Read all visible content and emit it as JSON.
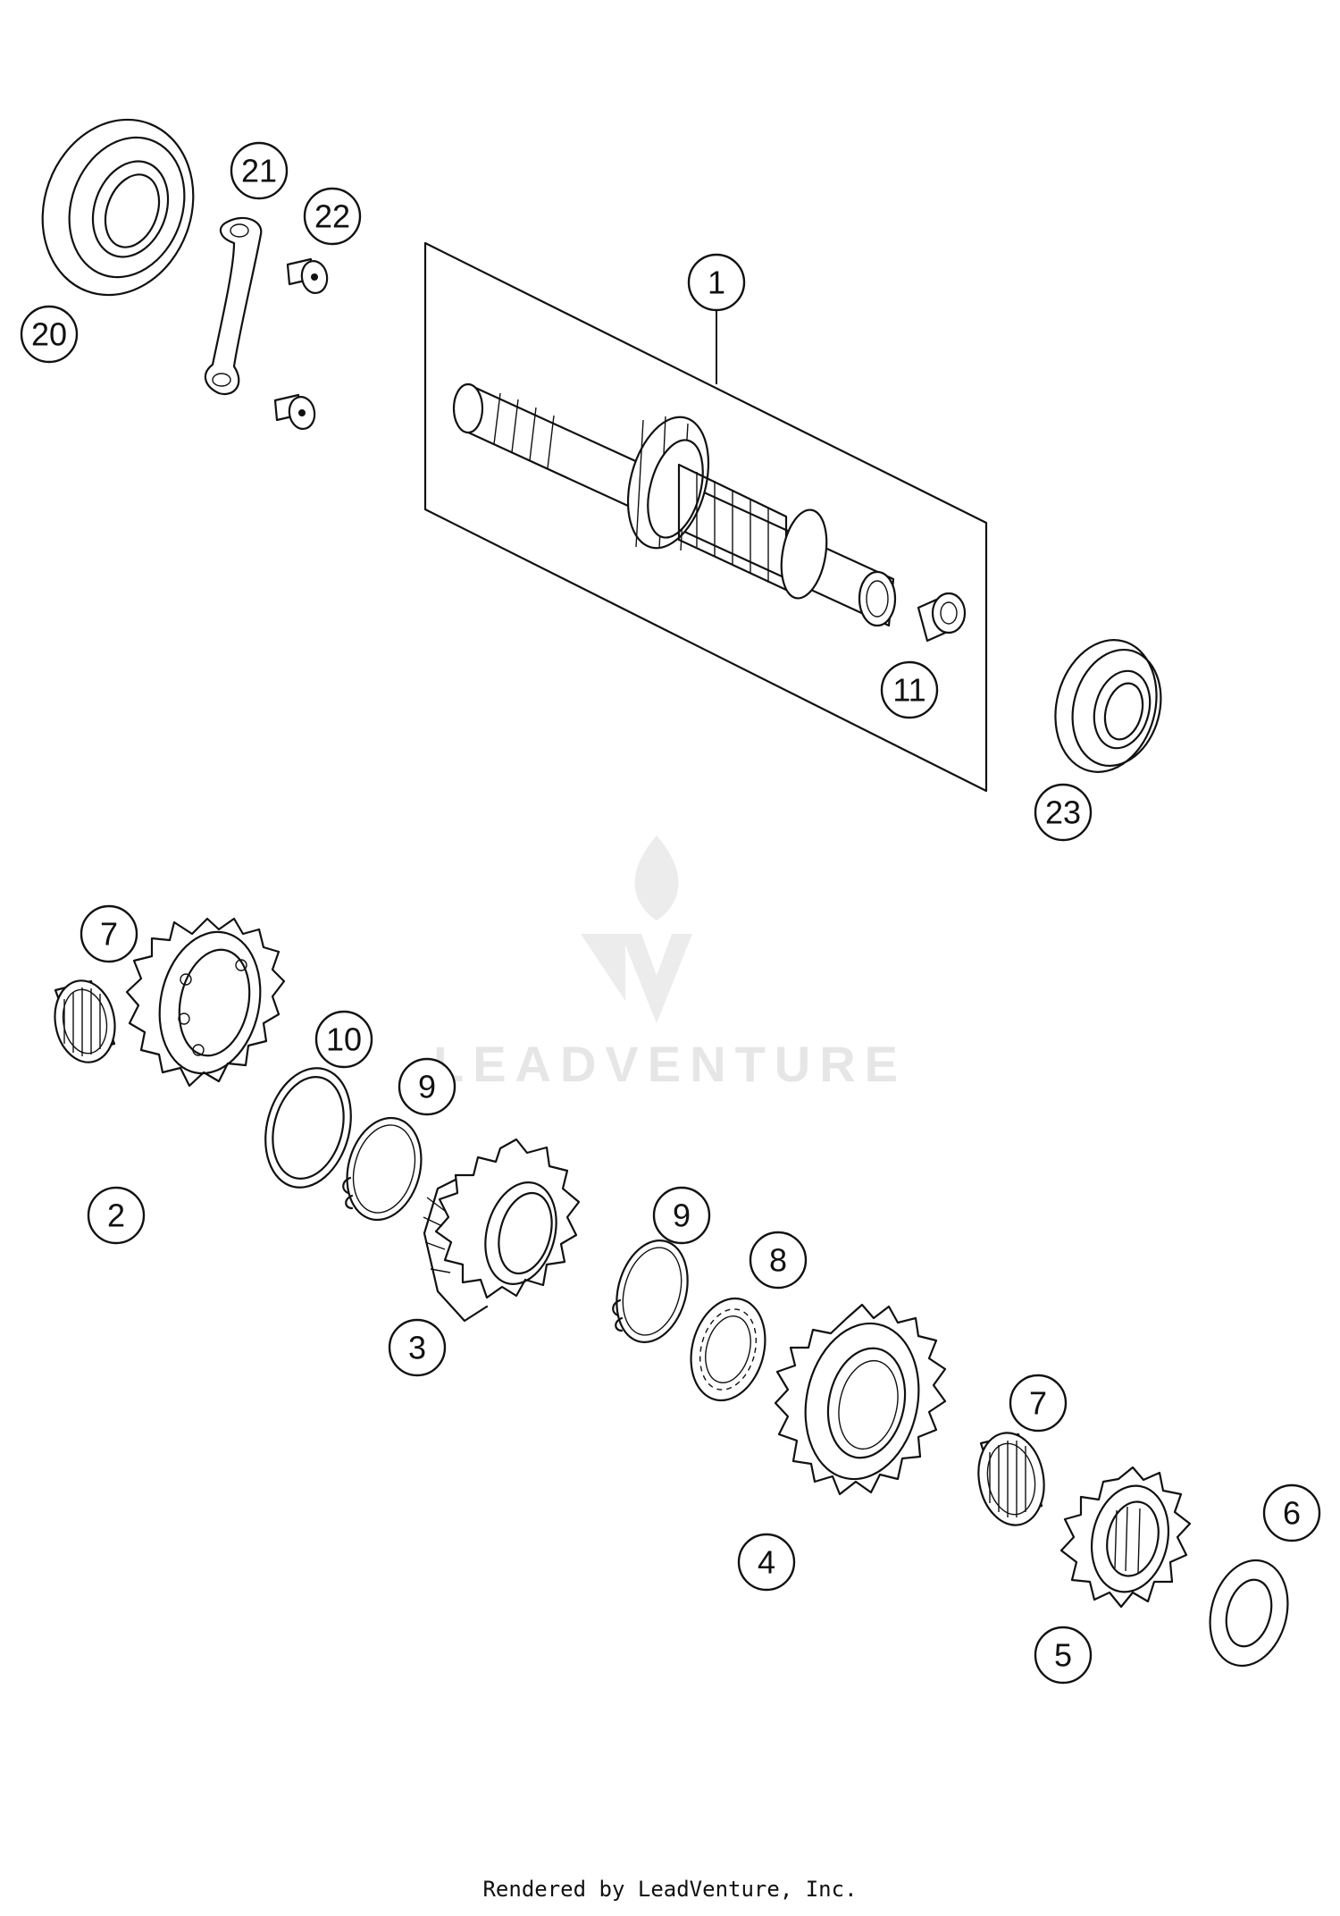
{
  "callouts": {
    "c1": "1",
    "c2": "2",
    "c3": "3",
    "c4": "4",
    "c5": "5",
    "c6": "6",
    "c7a": "7",
    "c7b": "7",
    "c8": "8",
    "c9a": "9",
    "c9b": "9",
    "c10": "10",
    "c11": "11",
    "c20": "20",
    "c21": "21",
    "c22": "22",
    "c23": "23"
  },
  "watermark": {
    "text": "LEADVENTURE",
    "icon": "flame-v-logo"
  },
  "footer": {
    "text": "Rendered by LeadVenture, Inc."
  },
  "colors": {
    "line": "#111111",
    "watermark": "#e6e6e6",
    "background": "#ffffff"
  }
}
